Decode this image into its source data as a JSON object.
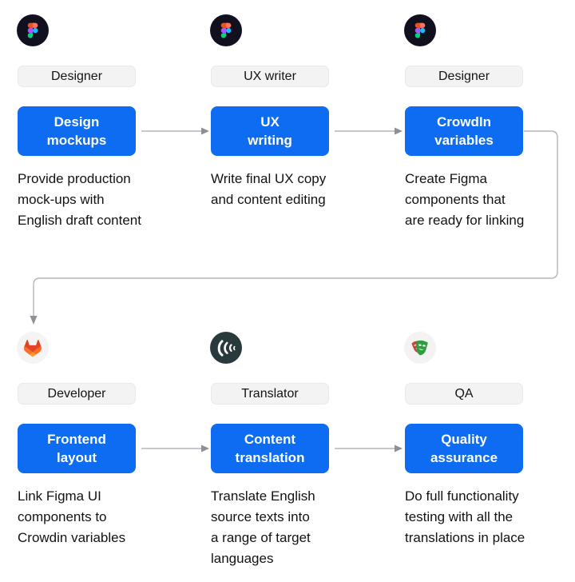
{
  "colors": {
    "accent_blue": "#0d6cf2",
    "role_badge_bg": "#f3f3f3",
    "connector_line": "#b5b5bc",
    "arrowhead": "#8f8f98",
    "text": "#131313",
    "figma_circle": "#10101f",
    "crowdin_circle": "#293a3c",
    "light_circle": "#f5f4f2"
  },
  "steps": [
    {
      "role": "Designer",
      "icon": "figma-icon",
      "action": "Design\nmockups",
      "description": "Provide production\nmock-ups with\nEnglish draft content"
    },
    {
      "role": "UX writer",
      "icon": "figma-icon",
      "action": "UX\nwriting",
      "description": "Write final UX copy\nand content editing"
    },
    {
      "role": "Designer",
      "icon": "figma-icon",
      "action": "CrowdIn\nvariables",
      "description": "Create Figma\ncomponents that\nare ready for linking"
    },
    {
      "role": "Developer",
      "icon": "gitlab-icon",
      "action": "Frontend\nlayout",
      "description": "Link Figma UI\ncomponents to\nCrowdin variables"
    },
    {
      "role": "Translator",
      "icon": "crowdin-icon",
      "action": "Content\ntranslation",
      "description": "Translate English\nsource texts into\na range of target\nlanguages"
    },
    {
      "role": "QA",
      "icon": "playwright-masks-icon",
      "action": "Quality\nassurance",
      "description": "Do full functionality\ntesting with all the\ntranslations in place"
    }
  ]
}
